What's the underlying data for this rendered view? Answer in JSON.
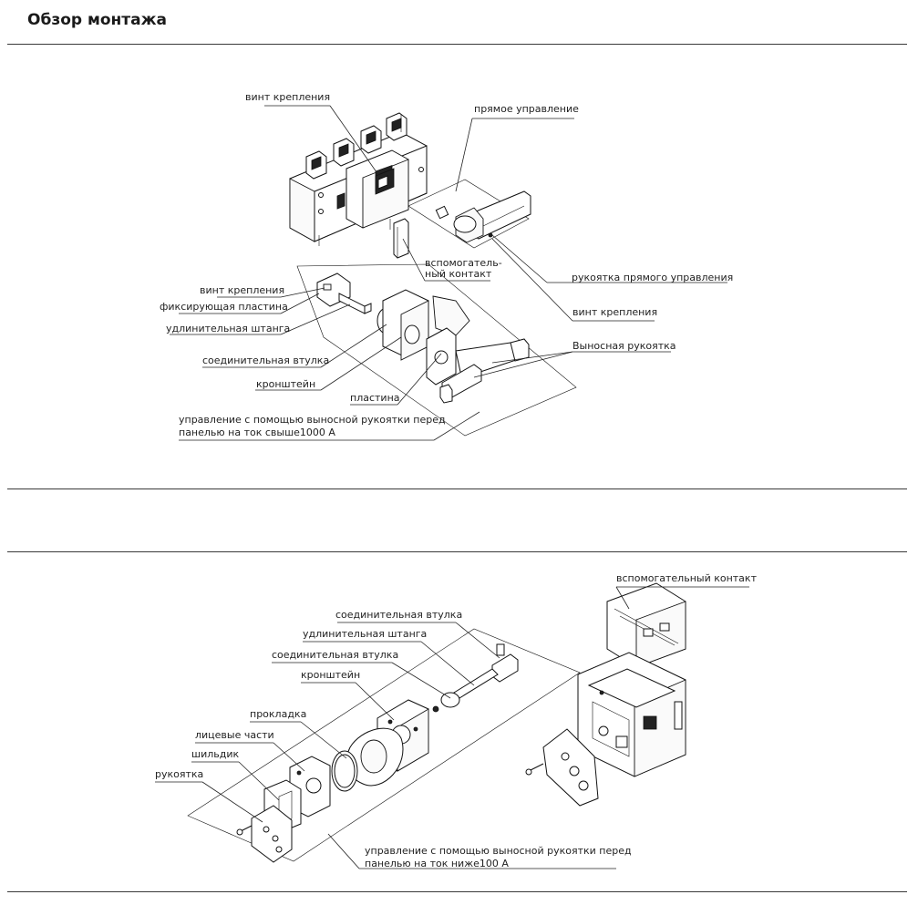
{
  "page": {
    "title": "Обзор монтажа"
  },
  "section_top": {
    "labels": {
      "screw_top": "винт крепления",
      "direct_control": "прямое управление",
      "aux_contact_1": "вспомогатель-",
      "aux_contact_2": "ный контакт",
      "direct_handle": "рукоятка прямого управления",
      "screw_right": "винт крепления",
      "screw_left": "винт крепления",
      "fixing_plate": "фиксирующая пластина",
      "extension_rod": "удлинительная штанга",
      "coupling": "соединительная втулка",
      "bracket": "кронштейн",
      "plate": "пластина",
      "remote_handle": "Выносная рукоятка",
      "caption_1": "управление с помощью выносной рукоятки перед",
      "caption_2": "панелью на ток свыше1000 А"
    }
  },
  "section_bottom": {
    "labels": {
      "aux_contact": "вспомогательный контакт",
      "coupling_1": "соединительная втулка",
      "extension_rod": "удлинительная штанга",
      "coupling_2": "соединительная втулка",
      "bracket": "кронштейн",
      "gasket": "прокладка",
      "face_parts": "лицевые части",
      "nameplate": "шильдик",
      "handle": "рукоятка",
      "caption_1": "управление с помощью выносной рукоятки перед",
      "caption_2": "панелью на ток ниже100 А"
    }
  }
}
